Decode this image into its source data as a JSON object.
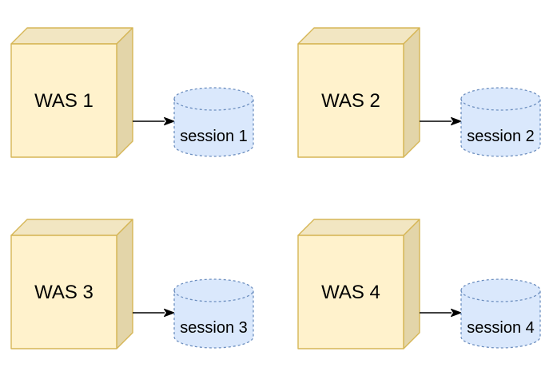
{
  "diagram": {
    "units": [
      {
        "server": "WAS 1",
        "store": "session 1"
      },
      {
        "server": "WAS 2",
        "store": "session 2"
      },
      {
        "server": "WAS 3",
        "store": "session 3"
      },
      {
        "server": "WAS 4",
        "store": "session 4"
      }
    ],
    "colors": {
      "cube_front": "#FFF2CC",
      "cube_top": "#F2E6C2",
      "cube_side": "#E3D5A9",
      "cube_stroke": "#D6B656",
      "cylinder_fill": "#DAE8FC",
      "cylinder_stroke": "#6C8EBF",
      "arrow": "#000000",
      "text": "#000000",
      "background": "#FFFFFF"
    }
  }
}
